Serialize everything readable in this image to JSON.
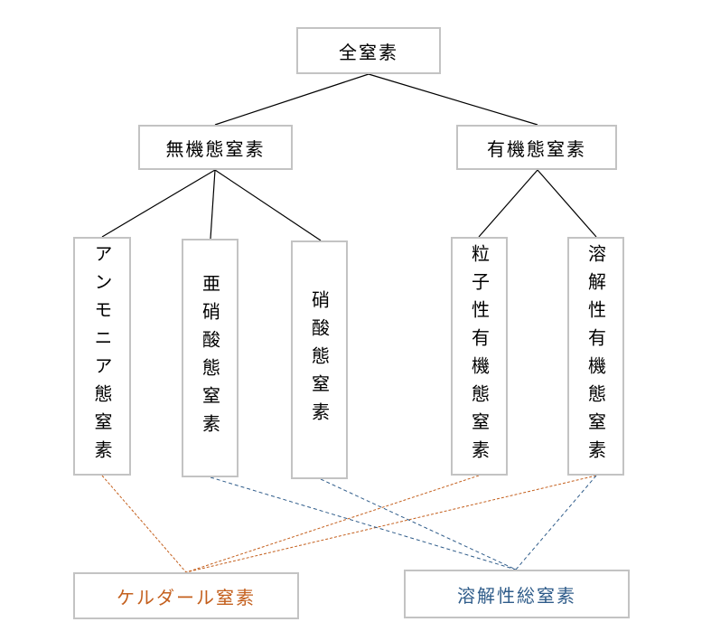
{
  "nodes": {
    "total": "全窒素",
    "inorganic": "無機態窒素",
    "organic": "有機態窒素",
    "ammonia": "アンモニア態窒素",
    "nitrite": "亜硝酸態窒素",
    "nitrate": "硝酸態窒素",
    "particulate_organic": "粒子性有機態窒素",
    "dissolved_organic": "溶解性有機態窒素",
    "kjeldahl": "ケルダール窒素",
    "dissolved_total": "溶解性総窒素"
  },
  "colors": {
    "box_border": "#c3c3c3",
    "tree_line": "#000000",
    "kjeldahl": "#c4601e",
    "dissolved_total": "#2f5c8a"
  }
}
